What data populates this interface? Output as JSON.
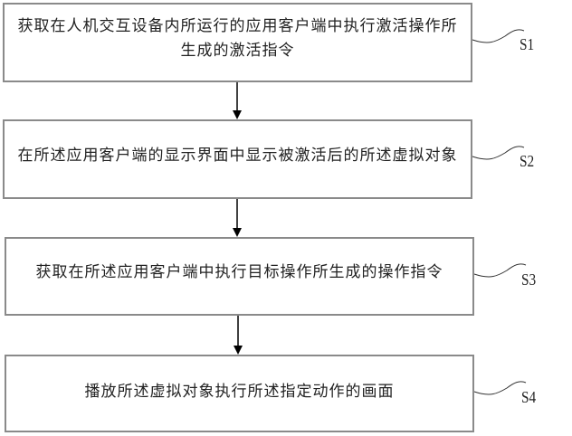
{
  "steps": [
    {
      "id": "S1",
      "label": "S1",
      "text": "获取在人机交互设备内所运行的应用客户端中执行激活操作所生成的激活指令"
    },
    {
      "id": "S2",
      "label": "S2",
      "text": "在所述应用客户端的显示界面中显示被激活后的所述虚拟对象"
    },
    {
      "id": "S3",
      "label": "S3",
      "text": "获取在所述应用客户端中执行目标操作所生成的操作指令"
    },
    {
      "id": "S4",
      "label": "S4",
      "text": "播放所述虚拟对象执行所述指定动作的画面"
    }
  ],
  "colors": {
    "box_border": "#8a8a8a",
    "arrow": "#000000",
    "text": "#222222"
  }
}
